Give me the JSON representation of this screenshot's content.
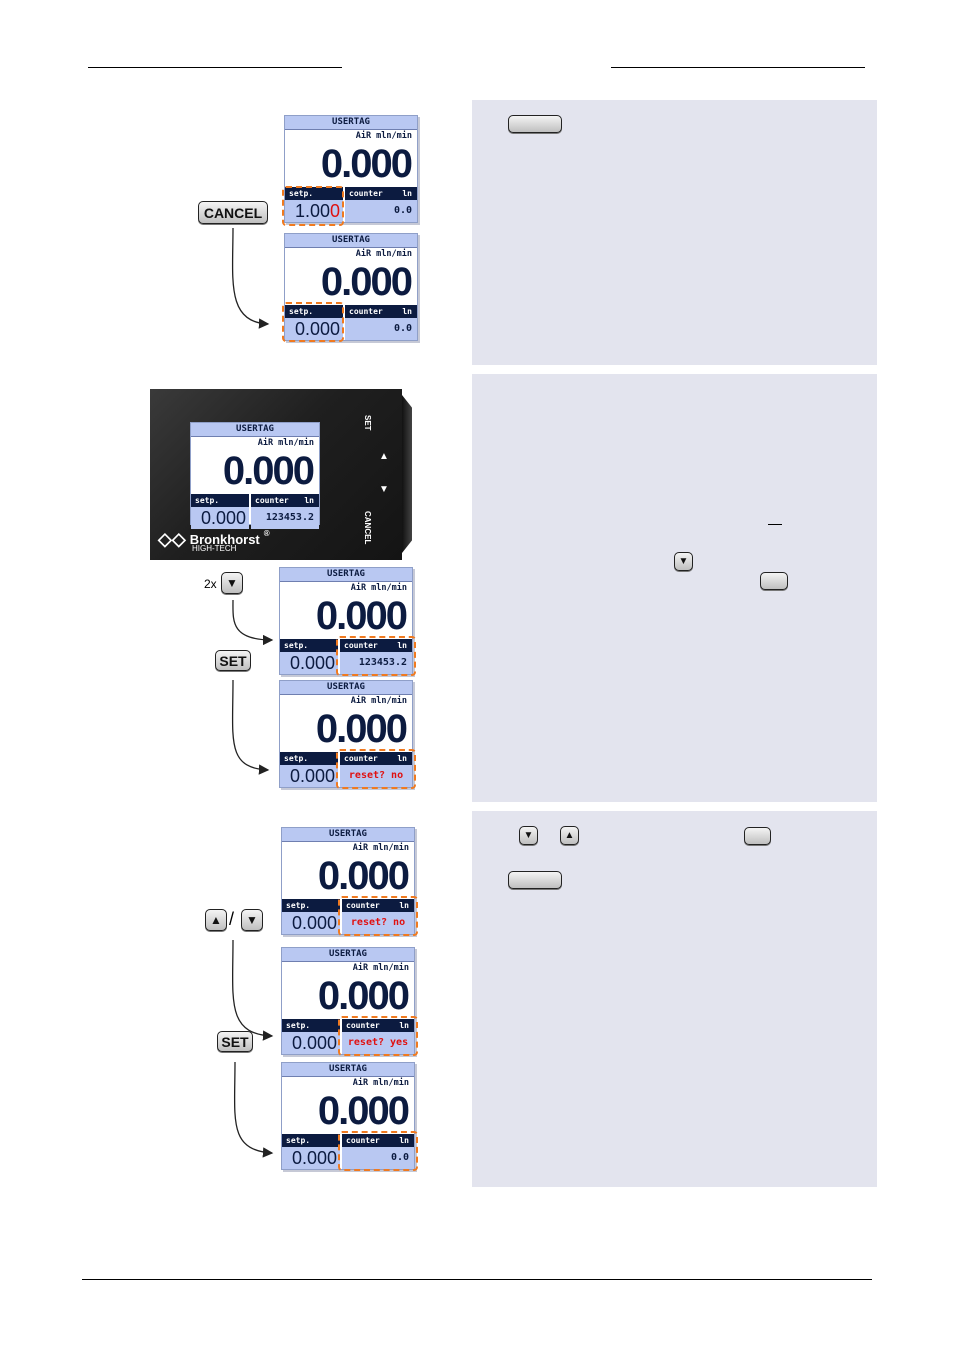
{
  "keys": {
    "cancel": "CANCEL",
    "set": "SET",
    "down_icon": "down-arrow-key",
    "up_icon": "up-arrow-key",
    "two_times": "2x",
    "slash": "/"
  },
  "device": {
    "btn_set": "SET",
    "btn_up": "▲",
    "btn_down": "▼",
    "btn_cancel": "CANCEL",
    "brand": "Bronkhorst",
    "brand_reg": "®",
    "brand_sub": "HIGH-TECH"
  },
  "screens": {
    "s1": {
      "tag": "USERTAG",
      "gas": "AiR mln/min",
      "value": "0.000",
      "lbl_left": "setp.",
      "lbl_right": "counter",
      "lbl_unit": "ln",
      "val_left_main": "1.00",
      "val_left_red": "0",
      "val_right": "0.0"
    },
    "s2": {
      "tag": "USERTAG",
      "gas": "AiR mln/min",
      "value": "0.000",
      "lbl_left": "setp.",
      "lbl_right": "counter",
      "lbl_unit": "ln",
      "val_left": "0.000",
      "val_right": "0.0"
    },
    "s3": {
      "tag": "USERTAG",
      "gas": "AiR mln/min",
      "value": "0.000",
      "lbl_left": "setp.",
      "lbl_right": "counter",
      "lbl_unit": "ln",
      "val_left": "0.000",
      "val_right": "123453.2"
    },
    "s4": {
      "tag": "USERTAG",
      "gas": "AiR mln/min",
      "value": "0.000",
      "lbl_left": "setp.",
      "lbl_right": "counter",
      "lbl_unit": "ln",
      "val_left": "0.000",
      "val_right": "123453.2"
    },
    "s5": {
      "tag": "USERTAG",
      "gas": "AiR mln/min",
      "value": "0.000",
      "lbl_left": "setp.",
      "lbl_right": "counter",
      "lbl_unit": "ln",
      "val_left": "0.000",
      "val_right": "reset? no"
    },
    "s6": {
      "tag": "USERTAG",
      "gas": "AiR mln/min",
      "value": "0.000",
      "lbl_left": "setp.",
      "lbl_right": "counter",
      "lbl_unit": "ln",
      "val_left": "0.000",
      "val_right": "reset? no"
    },
    "s7": {
      "tag": "USERTAG",
      "gas": "AiR mln/min",
      "value": "0.000",
      "lbl_left": "setp.",
      "lbl_right": "counter",
      "lbl_unit": "ln",
      "val_left": "0.000",
      "val_right": "reset? yes"
    },
    "s8": {
      "tag": "USERTAG",
      "gas": "AiR mln/min",
      "value": "0.000",
      "lbl_left": "setp.",
      "lbl_right": "counter",
      "lbl_unit": "ln",
      "val_left": "0.000",
      "val_right": "0.0"
    }
  }
}
